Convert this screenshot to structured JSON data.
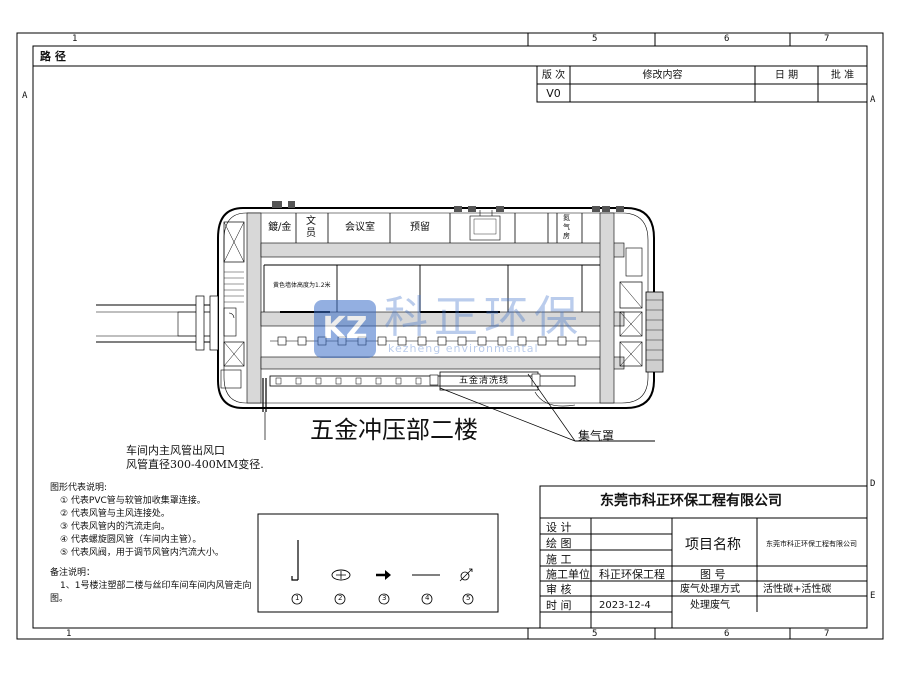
{
  "sheet": {
    "title_left": "路 径",
    "top_cols": [
      "1",
      "5",
      "6",
      "7"
    ],
    "bottom_cols": [
      "1",
      "5",
      "6",
      "7"
    ],
    "left_rows": [
      "A"
    ],
    "right_rows": [
      "A",
      "D",
      "E"
    ]
  },
  "revision_table": {
    "headers": [
      "版 次",
      "修改内容",
      "日 期",
      "批 准"
    ],
    "rows": [
      [
        "V0",
        "",
        "",
        ""
      ]
    ]
  },
  "floor_plan": {
    "rooms": [
      "鍍/金",
      "文员",
      "会议室",
      "预留",
      "氮气房"
    ],
    "wall_note": "黄色墙体高度为1.2米",
    "line_label": "五金清洗线",
    "floor_title": "五金冲压部二楼",
    "hood_label": "集气罩",
    "outlet_note_line1": "车间内主风管出风口",
    "outlet_note_line2": "风管直径300-400MM变径."
  },
  "watermark": {
    "cn": "科正环保",
    "en": "kezheng environmental"
  },
  "legend": {
    "heading": "图形代表说明:",
    "items": [
      "① 代表PVC管与软管加收集罩连接。",
      "② 代表风管与主风连接处。",
      "③ 代表风管内的汽流走向。",
      "④ 代表螺旋圆风管（车间内主管）。",
      "⑤ 代表风阀，用于调节风管内汽流大小。"
    ],
    "symbol_numbers": [
      "1",
      "2",
      "3",
      "4",
      "5"
    ]
  },
  "remarks": {
    "heading": "备注说明：",
    "line1": "1、1号楼注塑部二楼与丝印车间车间内风管走向",
    "line2": "图。"
  },
  "title_block": {
    "company": "东莞市科正环保工程有限公司",
    "design_label": "设 计",
    "draw_label": "绘 图",
    "build_label": "施 工",
    "unit_label": "施工单位",
    "unit_value": "科正环保工程",
    "review_label": "审 核",
    "time_label": "时 间",
    "date_value": "2023-12-4",
    "project_name_label": "项目名称",
    "project_name_value": "东莞市科正环保工程有限公司",
    "drawing_no_label": "图 号",
    "method_label": "废气处理方式",
    "method_value": "活性碳+活性碳",
    "gas_label": "处理废气",
    "gas_value": ""
  }
}
